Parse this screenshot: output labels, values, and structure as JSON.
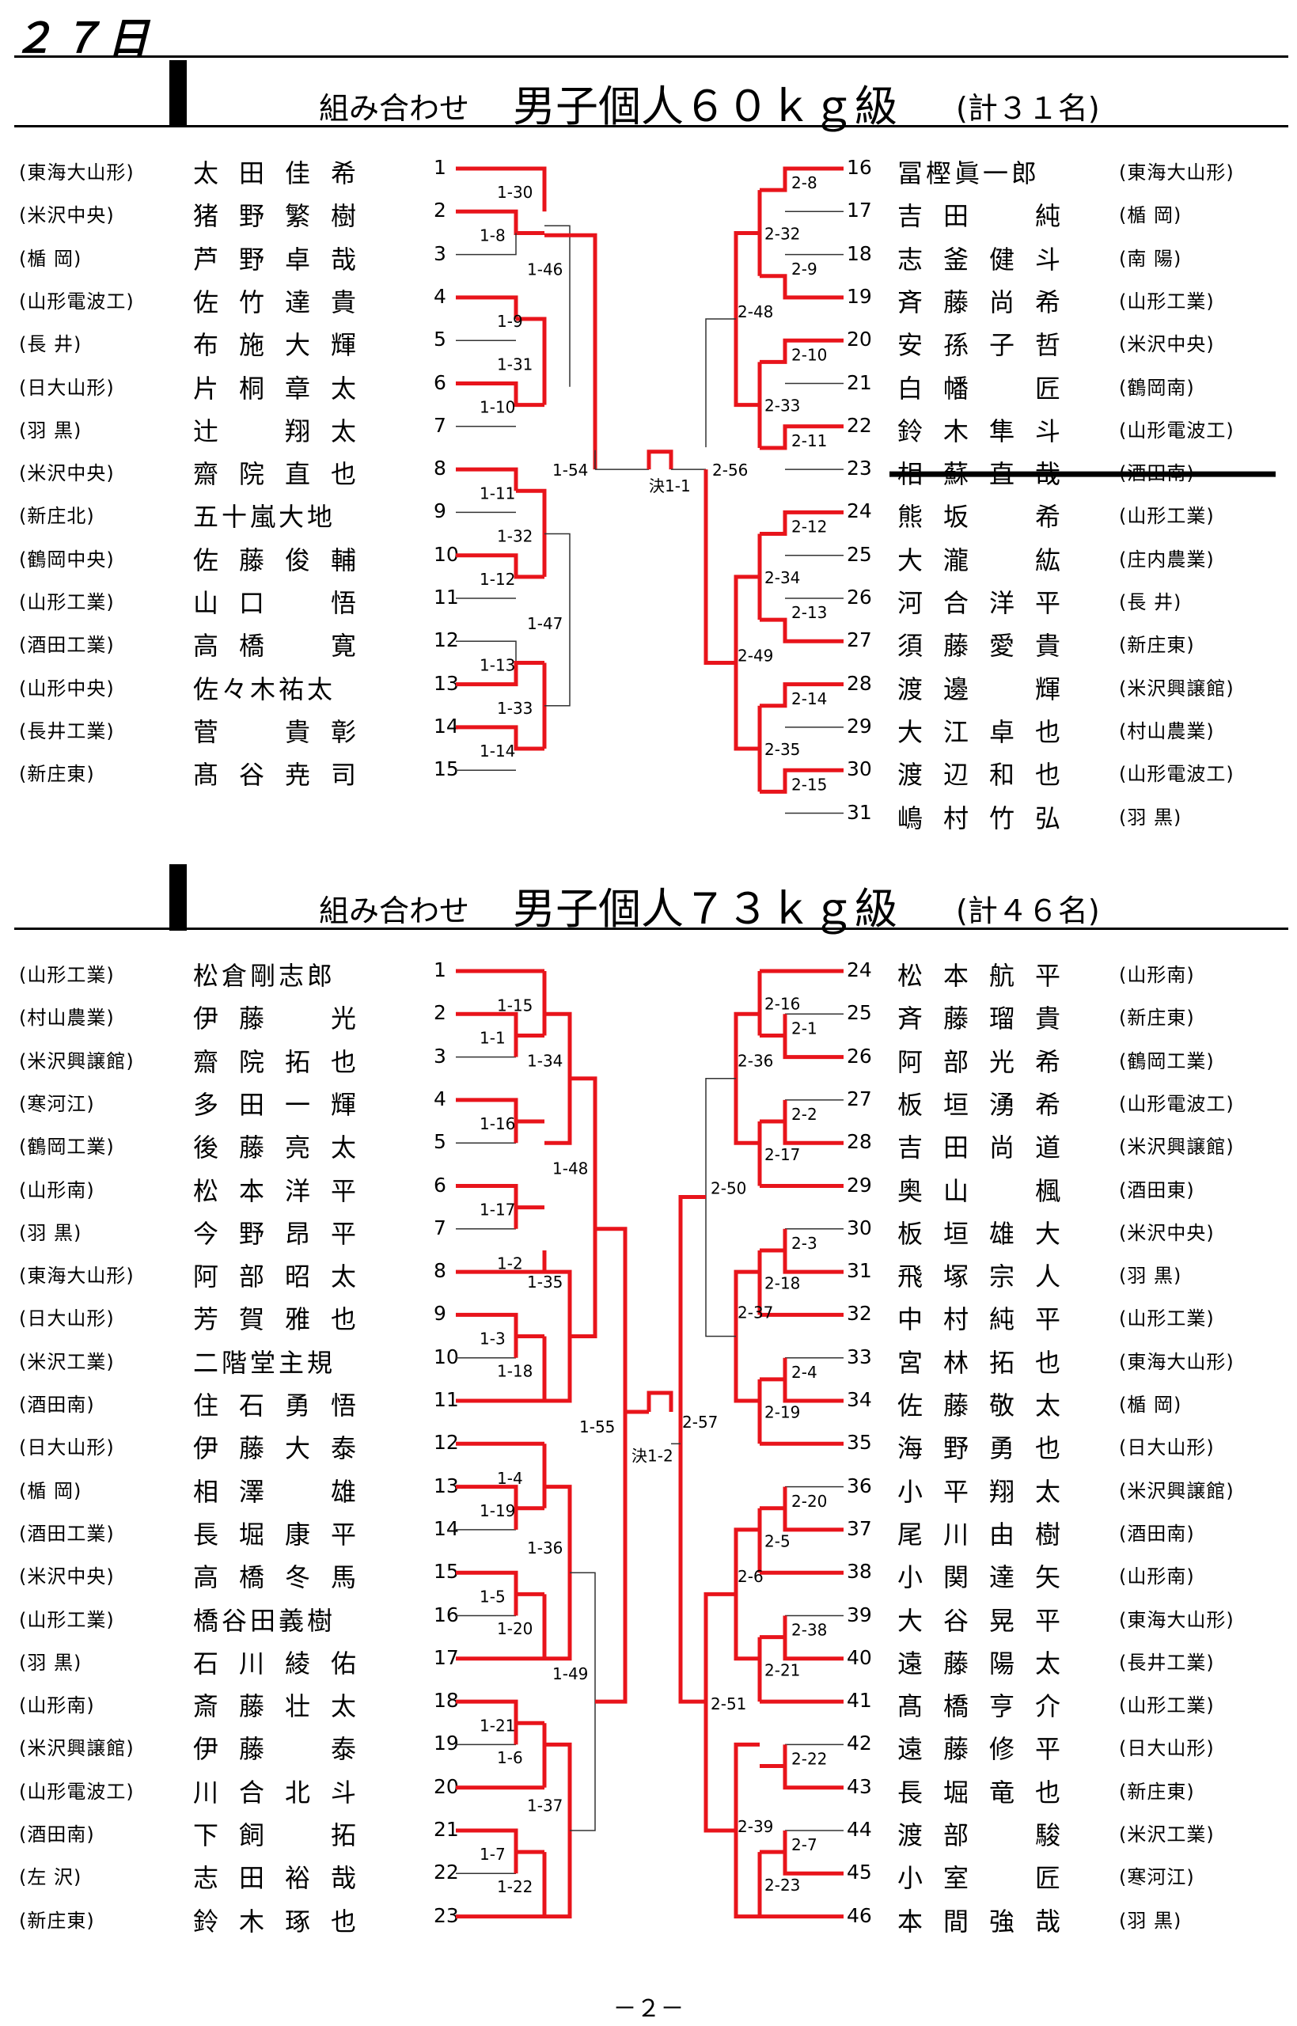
{
  "day": "２７日",
  "sections": [
    {
      "sub": "組み合わせ",
      "title": "男子個人６０ｋｇ級",
      "count": "(計３１名)",
      "left": [
        [
          "東海大山形",
          "太田佳希",
          "1"
        ],
        [
          "米沢中央",
          "猪野繁樹",
          "2"
        ],
        [
          "楯 岡",
          "芦野卓哉",
          "3"
        ],
        [
          "山形電波工",
          "佐竹達貴",
          "4"
        ],
        [
          "長 井",
          "布施大輝",
          "5"
        ],
        [
          "日大山形",
          "片桐章太",
          "6"
        ],
        [
          "羽 黒",
          "辻　翔太",
          "7"
        ],
        [
          "米沢中央",
          "齋院直也",
          "8"
        ],
        [
          "新庄北",
          "五十嵐大地",
          "9"
        ],
        [
          "鶴岡中央",
          "佐藤俊輔",
          "10"
        ],
        [
          "山形工業",
          "山口　悟",
          "11"
        ],
        [
          "酒田工業",
          "高橋　寛",
          "12"
        ],
        [
          "山形中央",
          "佐々木祐太",
          "13"
        ],
        [
          "長井工業",
          "菅　貴彰",
          "14"
        ],
        [
          "新庄東",
          "髙谷尭司",
          "15"
        ]
      ],
      "right": [
        [
          "16",
          "冨樫眞一郎",
          "東海大山形"
        ],
        [
          "17",
          "吉田　純",
          "楯 岡"
        ],
        [
          "18",
          "志釜健斗",
          "南 陽"
        ],
        [
          "19",
          "斉藤尚希",
          "山形工業"
        ],
        [
          "20",
          "安孫子哲",
          "米沢中央"
        ],
        [
          "21",
          "白幡　匠",
          "鶴岡南"
        ],
        [
          "22",
          "鈴木隼斗",
          "山形電波工"
        ],
        [
          "23",
          "相蘇直哉",
          "酒田南"
        ],
        [
          "24",
          "熊坂　希",
          "山形工業"
        ],
        [
          "25",
          "大瀧　紘",
          "庄内農業"
        ],
        [
          "26",
          "河合洋平",
          "長 井"
        ],
        [
          "27",
          "須藤愛貴",
          "新庄東"
        ],
        [
          "28",
          "渡邊　輝",
          "米沢興譲館"
        ],
        [
          "29",
          "大江卓也",
          "村山農業"
        ],
        [
          "30",
          "渡辺和也",
          "山形電波工"
        ],
        [
          "31",
          "嶋村竹弘",
          "羽 黒"
        ]
      ],
      "matches": [
        "1-30",
        "1-8",
        "1-46",
        "1-9",
        "1-31",
        "1-10",
        "1-54",
        "1-11",
        "1-32",
        "1-12",
        "1-47",
        "1-13",
        "1-33",
        "1-14",
        "2-8",
        "2-32",
        "2-9",
        "2-48",
        "2-10",
        "2-33",
        "2-11",
        "2-56",
        "2-12",
        "2-34",
        "2-13",
        "2-49",
        "2-14",
        "2-35",
        "2-15",
        "決1-1"
      ]
    },
    {
      "sub": "組み合わせ",
      "title": "男子個人７３ｋｇ級",
      "count": "(計４６名)",
      "left": [
        [
          "山形工業",
          "松倉剛志郎",
          "1"
        ],
        [
          "村山農業",
          "伊藤　光",
          "2"
        ],
        [
          "米沢興譲館",
          "齋院拓也",
          "3"
        ],
        [
          "寒河江",
          "多田一輝",
          "4"
        ],
        [
          "鶴岡工業",
          "後藤亮太",
          "5"
        ],
        [
          "山形南",
          "松本洋平",
          "6"
        ],
        [
          "羽 黒",
          "今野昂平",
          "7"
        ],
        [
          "東海大山形",
          "阿部昭太",
          "8"
        ],
        [
          "日大山形",
          "芳賀雅也",
          "9"
        ],
        [
          "米沢工業",
          "二階堂主規",
          "10"
        ],
        [
          "酒田南",
          "住石勇悟",
          "11"
        ],
        [
          "日大山形",
          "伊藤大泰",
          "12"
        ],
        [
          "楯 岡",
          "相澤　雄",
          "13"
        ],
        [
          "酒田工業",
          "長堀康平",
          "14"
        ],
        [
          "米沢中央",
          "高橋冬馬",
          "15"
        ],
        [
          "山形工業",
          "橋谷田義樹",
          "16"
        ],
        [
          "羽 黒",
          "石川綾佑",
          "17"
        ],
        [
          "山形南",
          "斎藤壮太",
          "18"
        ],
        [
          "米沢興譲館",
          "伊藤　泰",
          "19"
        ],
        [
          "山形電波工",
          "川合北斗",
          "20"
        ],
        [
          "酒田南",
          "下飼　拓",
          "21"
        ],
        [
          "左 沢",
          "志田裕哉",
          "22"
        ],
        [
          "新庄東",
          "鈴木琢也",
          "23"
        ]
      ],
      "right": [
        [
          "24",
          "松本航平",
          "山形南"
        ],
        [
          "25",
          "斉藤瑠貴",
          "新庄東"
        ],
        [
          "26",
          "阿部光希",
          "鶴岡工業"
        ],
        [
          "27",
          "板垣湧希",
          "山形電波工"
        ],
        [
          "28",
          "吉田尚道",
          "米沢興譲館"
        ],
        [
          "29",
          "奥山　楓",
          "酒田東"
        ],
        [
          "30",
          "板垣雄大",
          "米沢中央"
        ],
        [
          "31",
          "飛塚宗人",
          "羽 黒"
        ],
        [
          "32",
          "中村純平",
          "山形工業"
        ],
        [
          "33",
          "宮林拓也",
          "東海大山形"
        ],
        [
          "34",
          "佐藤敬太",
          "楯 岡"
        ],
        [
          "35",
          "海野勇也",
          "日大山形"
        ],
        [
          "36",
          "小平翔太",
          "米沢興譲館"
        ],
        [
          "37",
          "尾川由樹",
          "酒田南"
        ],
        [
          "38",
          "小関達矢",
          "山形南"
        ],
        [
          "39",
          "大谷晃平",
          "東海大山形"
        ],
        [
          "40",
          "遠藤陽太",
          "長井工業"
        ],
        [
          "41",
          "髙橋亨介",
          "山形工業"
        ],
        [
          "42",
          "遠藤修平",
          "日大山形"
        ],
        [
          "43",
          "長堀竜也",
          "新庄東"
        ],
        [
          "44",
          "渡部　駿",
          "米沢工業"
        ],
        [
          "45",
          "小室　匠",
          "寒河江"
        ],
        [
          "46",
          "本間強哉",
          "羽 黒"
        ]
      ],
      "matches": [
        "1-15",
        "1-1",
        "1-34",
        "1-16",
        "1-48",
        "1-17",
        "1-2",
        "1-35",
        "1-3",
        "1-18",
        "1-55",
        "1-19",
        "1-4",
        "1-36",
        "1-5",
        "1-20",
        "1-49",
        "1-21",
        "1-6",
        "1-37",
        "1-7",
        "1-22",
        "2-16",
        "2-1",
        "2-36",
        "2-2",
        "2-17",
        "2-50",
        "2-18",
        "2-3",
        "2-37",
        "2-4",
        "2-19",
        "2-57",
        "2-20",
        "2-5",
        "2-38",
        "2-6",
        "2-21",
        "2-51",
        "2-22",
        "2-39",
        "2-7",
        "2-23",
        "決1-2"
      ]
    }
  ],
  "page_number": "－２－",
  "colors": {
    "winner_line": "#e8141b",
    "line": "#333333",
    "strike": "#000000"
  }
}
